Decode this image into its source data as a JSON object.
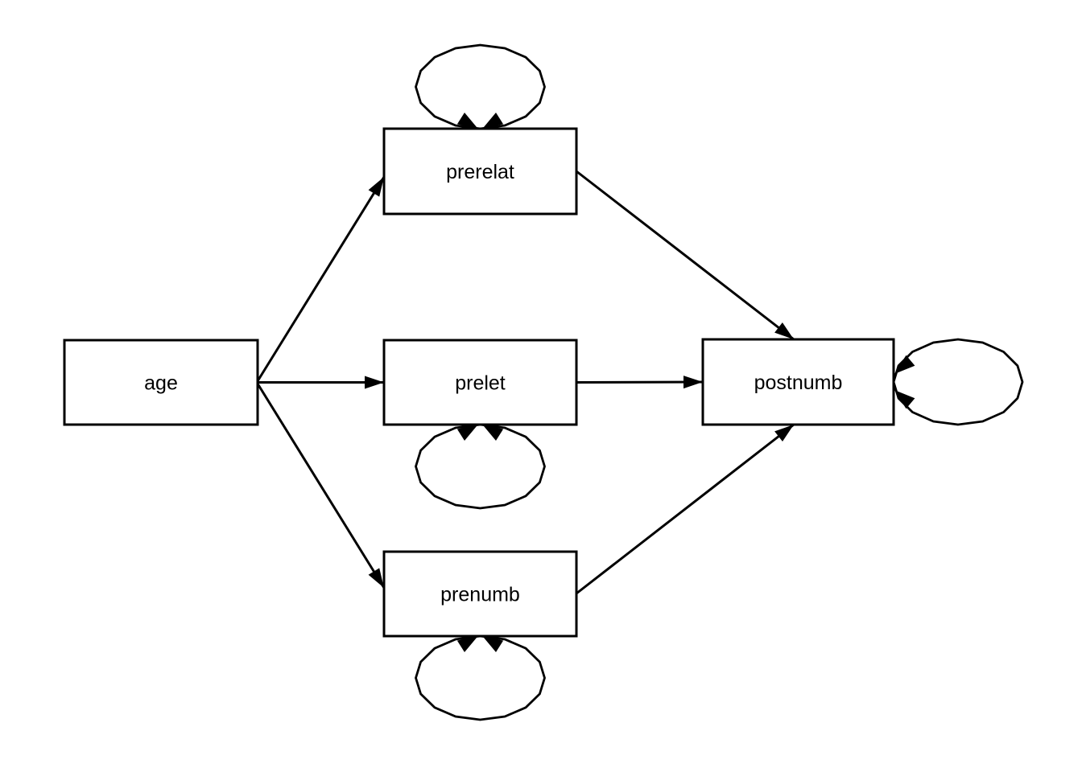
{
  "diagram": {
    "kind": "path-diagram",
    "background_color": "#ffffff",
    "line_color": "#000000",
    "nodes": [
      {
        "id": "age",
        "label": "age"
      },
      {
        "id": "prerelat",
        "label": "prerelat"
      },
      {
        "id": "prelet",
        "label": "prelet"
      },
      {
        "id": "prenumb",
        "label": "prenumb"
      },
      {
        "id": "postnumb",
        "label": "postnumb"
      }
    ],
    "edges": [
      {
        "type": "directed",
        "from": "age",
        "to": "prerelat"
      },
      {
        "type": "directed",
        "from": "age",
        "to": "prelet"
      },
      {
        "type": "directed",
        "from": "age",
        "to": "prenumb"
      },
      {
        "type": "directed",
        "from": "prerelat",
        "to": "postnumb"
      },
      {
        "type": "directed",
        "from": "prelet",
        "to": "postnumb"
      },
      {
        "type": "directed",
        "from": "prenumb",
        "to": "postnumb"
      },
      {
        "type": "variance",
        "node": "prerelat",
        "side": "top"
      },
      {
        "type": "variance",
        "node": "prelet",
        "side": "bottom"
      },
      {
        "type": "variance",
        "node": "prenumb",
        "side": "bottom"
      },
      {
        "type": "variance",
        "node": "postnumb",
        "side": "right"
      }
    ]
  }
}
